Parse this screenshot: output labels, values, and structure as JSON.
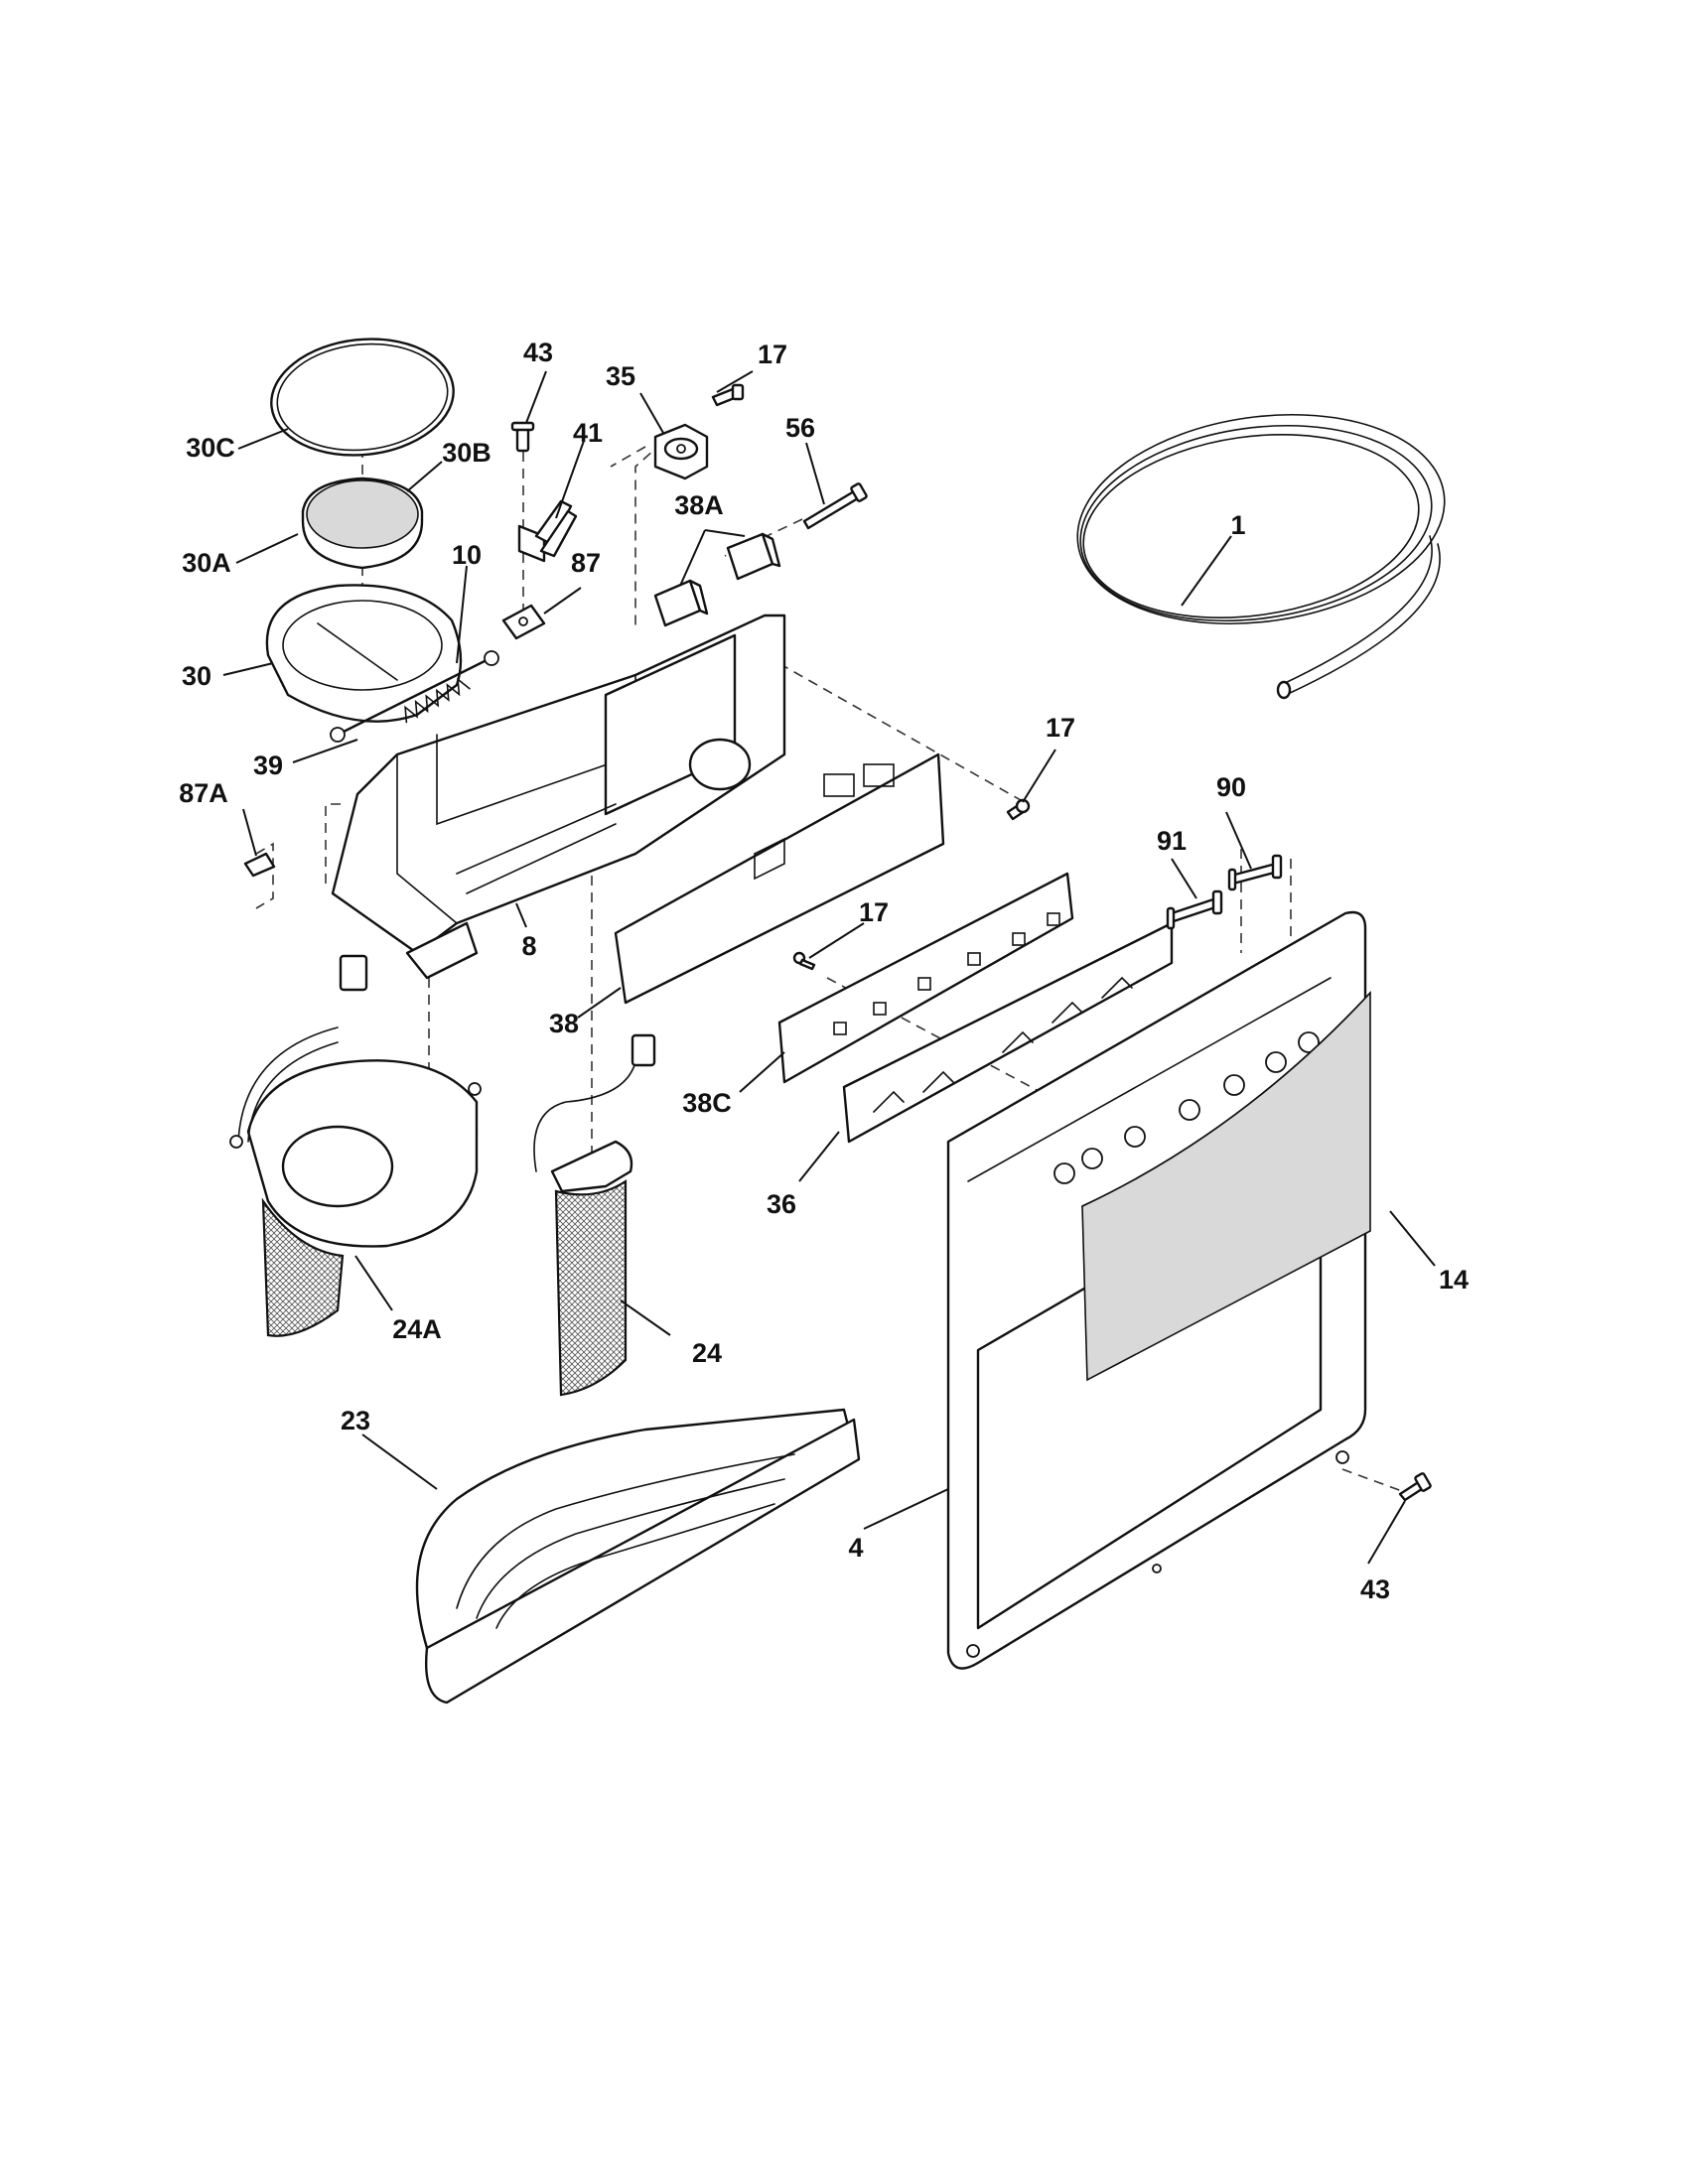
{
  "callouts": {
    "c_43_top": "43",
    "c_35": "35",
    "c_17_top": "17",
    "c_30c": "30C",
    "c_30b": "30B",
    "c_41": "41",
    "c_56": "56",
    "c_30a": "30A",
    "c_10": "10",
    "c_87": "87",
    "c_38a": "38A",
    "c_1": "1",
    "c_30": "30",
    "c_39": "39",
    "c_17_mid": "17",
    "c_87a": "87A",
    "c_90": "90",
    "c_91": "91",
    "c_8": "8",
    "c_17_low": "17",
    "c_38": "38",
    "c_38c": "38C",
    "c_36": "36",
    "c_14": "14",
    "c_24a": "24A",
    "c_24": "24",
    "c_23": "23",
    "c_4": "4",
    "c_43_bottom": "43"
  }
}
